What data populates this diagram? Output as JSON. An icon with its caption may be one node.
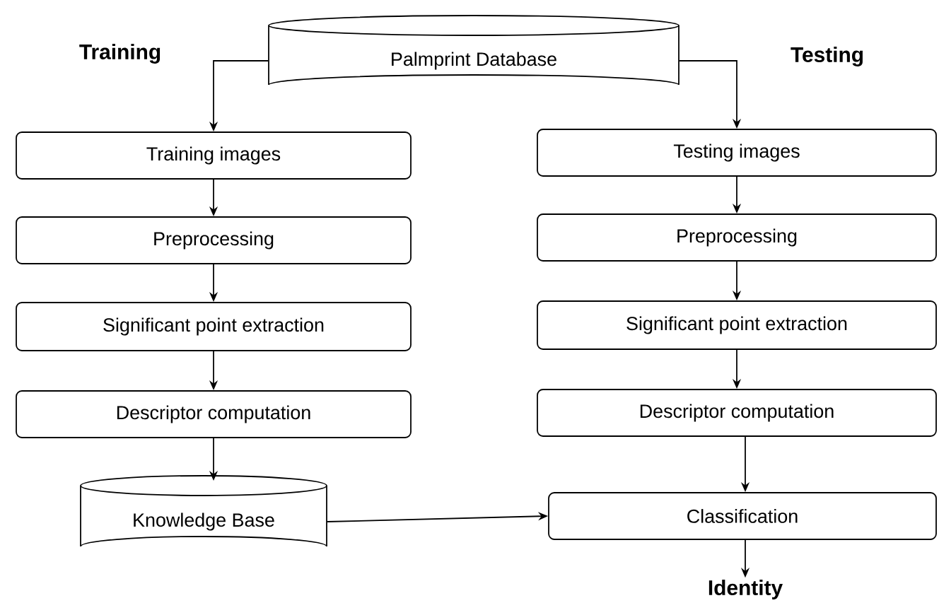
{
  "diagram": {
    "nodes": [
      {
        "text": [
          "Palmprint Database"
        ]
      },
      {
        "text": [
          "Training images"
        ]
      },
      {
        "text": [
          "Preprocessing"
        ]
      },
      {
        "text": [
          "Significant point extraction"
        ]
      },
      {
        "text": [
          "Descriptor computation"
        ]
      },
      {
        "text": [
          "Knowledge Base"
        ]
      },
      {
        "text": [
          "Testing images"
        ]
      },
      {
        "text": [
          "Preprocessing"
        ]
      },
      {
        "text": [
          "Significant point extraction"
        ]
      },
      {
        "text": [
          "Descriptor computation"
        ]
      },
      {
        "text": [
          "Classification"
        ]
      },
      {
        "text": [
          "Identity"
        ]
      }
    ],
    "edges": [
      {
        "from": 0,
        "to": 1,
        "arrow": "to"
      },
      {
        "from": 1,
        "to": 2,
        "arrow": "to"
      },
      {
        "from": 2,
        "to": 3,
        "arrow": "to"
      },
      {
        "from": 3,
        "to": 4,
        "arrow": "to"
      },
      {
        "from": 4,
        "to": 5,
        "arrow": "to"
      },
      {
        "from": 0,
        "to": 6,
        "arrow": "to"
      },
      {
        "from": 6,
        "to": 7,
        "arrow": "to"
      },
      {
        "from": 7,
        "to": 8,
        "arrow": "to"
      },
      {
        "from": 8,
        "to": 9,
        "arrow": "to"
      },
      {
        "from": 9,
        "to": 10,
        "arrow": "to"
      },
      {
        "from": 5,
        "to": 10,
        "arrow": "to"
      },
      {
        "from": 10,
        "to": 11,
        "arrow": "to"
      }
    ],
    "labels": [
      "Training",
      "Testing"
    ]
  }
}
